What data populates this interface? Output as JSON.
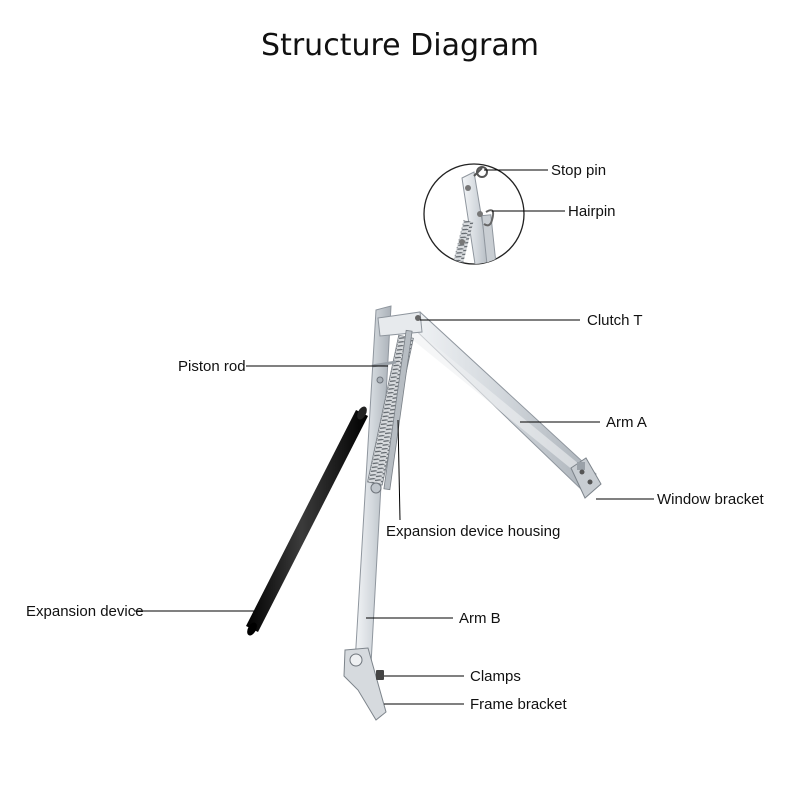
{
  "title": "Structure Diagram",
  "labels": {
    "stop_pin": "Stop pin",
    "hairpin": "Hairpin",
    "clutch_t": "Clutch T",
    "piston_rod": "Piston rod",
    "arm_a": "Arm A",
    "window_bracket": "Window bracket",
    "expansion_device_housing": "Expansion device housing",
    "expansion_device": "Expansion device",
    "arm_b": "Arm B",
    "clamps": "Clamps",
    "frame_bracket": "Frame bracket"
  },
  "colors": {
    "metal": "#d9dde2",
    "metal_edge": "#8f969e",
    "spring": "#6f757c",
    "cylinder": "#111111",
    "leader": "#000000"
  }
}
